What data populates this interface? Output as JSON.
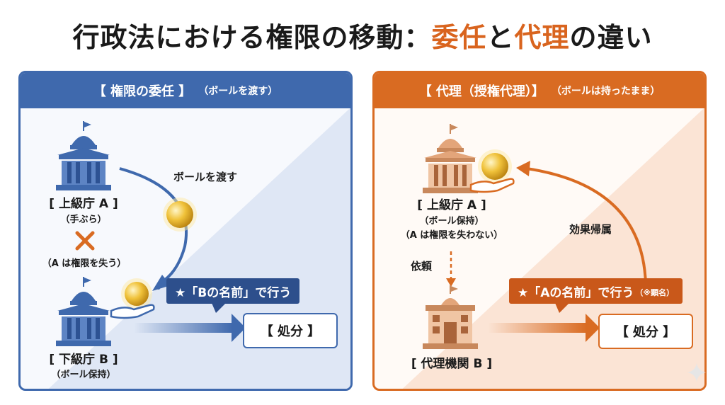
{
  "title": {
    "prefix": "行政法における権限の移動：",
    "highlight1": "委任",
    "middle": "と",
    "highlight2": "代理",
    "suffix": "の違い"
  },
  "left": {
    "header": "【 権限の委任 】",
    "header_sub": "（ボールを渡す）",
    "upper_name": "[ 上級庁 A ]",
    "upper_note": "（手ぶら）",
    "lost_note": "（A は権限を失う）",
    "arrow_label": "ボールを渡す",
    "banner": "★「Bの名前」で行う",
    "lower_name": "[ 下級庁 B ]",
    "lower_note": "（ボール保持）",
    "result": "【 処分 】"
  },
  "right": {
    "header": "【 代理（授権代理）】",
    "header_sub": "（ボールは持ったまま）",
    "upper_name": "[ 上級庁 A ]",
    "upper_note1": "（ボール保持）",
    "upper_note2": "（A は権限を失わない）",
    "request_label": "依頼",
    "effect_label": "効果帰属",
    "banner": "★「Aの名前」で行う",
    "banner_note": "（※顕名）",
    "lower_name": "[ 代理機関 B ]",
    "result": "【 処分 】"
  },
  "colors": {
    "blue": "#3f69ad",
    "orange": "#d96b22",
    "gold": "#e8b020"
  }
}
